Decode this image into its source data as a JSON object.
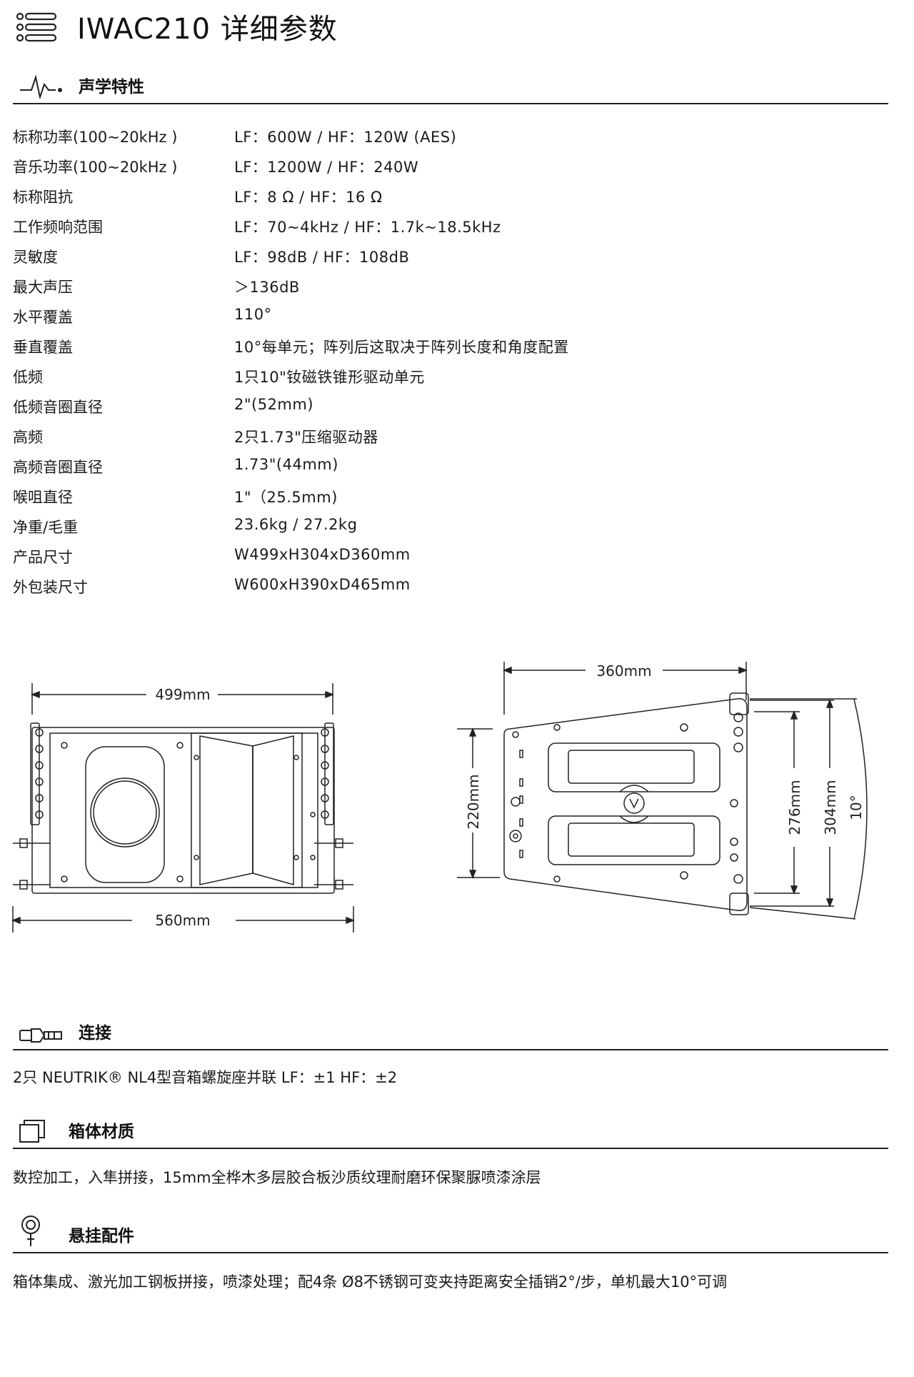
{
  "title": "IWAC210 详细参数",
  "sections": {
    "acoustic": {
      "label": "声学特性"
    },
    "connection": {
      "label": "连接",
      "text": "2只 NEUTRIK® NL4型音箱螺旋座并联 LF：±1 HF：±2"
    },
    "cabinet": {
      "label": "箱体材质",
      "text": "数控加工，入隼拼接，15mm全桦木多层胶合板沙质纹理耐磨环保聚脲喷漆涂层"
    },
    "rigging": {
      "label": "悬挂配件",
      "text": "箱体集成、激光加工钢板拼接，喷漆处理；配4条 Ø8不锈钢可变夹持距离安全插销2°/步，单机最大10°可调"
    }
  },
  "specs": [
    {
      "key": "标称功率(100~20kHz )",
      "value": "LF：600W  /  HF：120W (AES)"
    },
    {
      "key": "音乐功率(100~20kHz )",
      "value": "LF：1200W  /  HF：240W"
    },
    {
      "key": "标称阻抗",
      "value": "LF：8 Ω  /  HF：16 Ω"
    },
    {
      "key": "工作频响范围",
      "value": "LF：70~4kHz  /  HF：1.7k~18.5kHz"
    },
    {
      "key": "灵敏度",
      "value": "LF：98dB  /  HF：108dB"
    },
    {
      "key": "最大声压",
      "value": "＞136dB"
    },
    {
      "key": "水平覆盖",
      "value": "110°"
    },
    {
      "key": "垂直覆盖",
      "value": "10°每单元；阵列后这取决于阵列长度和角度配置"
    },
    {
      "key": "低频",
      "value": "1只10\"钕磁铁锥形驱动单元"
    },
    {
      "key": "低频音圈直径",
      "value": "2\"(52mm)"
    },
    {
      "key": "高频",
      "value": "2只1.73\"压缩驱动器"
    },
    {
      "key": "高频音圈直径",
      "value": "1.73\"(44mm)"
    },
    {
      "key": "喉咀直径",
      "value": "1\"（25.5mm)"
    },
    {
      "key": "净重/毛重",
      "value": "23.6kg / 27.2kg"
    },
    {
      "key": "产品尺寸",
      "value": "W499xH304xD360mm"
    },
    {
      "key": "外包装尺寸",
      "value": "W600xH390xD465mm"
    }
  ],
  "drawing": {
    "front_width_top": "499mm",
    "front_width_bottom": "560mm",
    "side_depth": "360mm",
    "side_height_left": "220mm",
    "side_height_inner": "276mm",
    "side_height_outer": "304mm",
    "side_angle": "10°"
  }
}
